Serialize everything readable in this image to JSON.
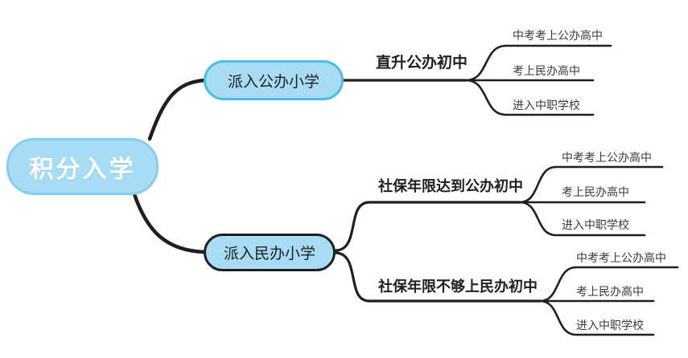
{
  "colors": {
    "node_fill": "#a8dcf4",
    "root_border": "#85cfee",
    "public_primary_border": "#4fbde2",
    "private_primary_border": "#1f1f1f",
    "connector_line": "#1f1f1f",
    "root_text": "#ffffff",
    "node_text": "#1f1f1f",
    "leaf_text": "#3a3a3a"
  },
  "root": {
    "label": "积分入学"
  },
  "branches": [
    {
      "label": "派入公办小学",
      "children": [
        {
          "label": "直升公办初中",
          "children": [
            "中考考上公办高中",
            "考上民办高中",
            "进入中职学校"
          ]
        }
      ]
    },
    {
      "label": "派入民办小学",
      "children": [
        {
          "label": "社保年限达到公办初中",
          "children": [
            "中考考上公办高中",
            "考上民办高中",
            "进入中职学校"
          ]
        },
        {
          "label": "社保年限不够上民办初中",
          "children": [
            "中考考上公办高中",
            "考上民办高中",
            "进入中职学校"
          ]
        }
      ]
    }
  ]
}
